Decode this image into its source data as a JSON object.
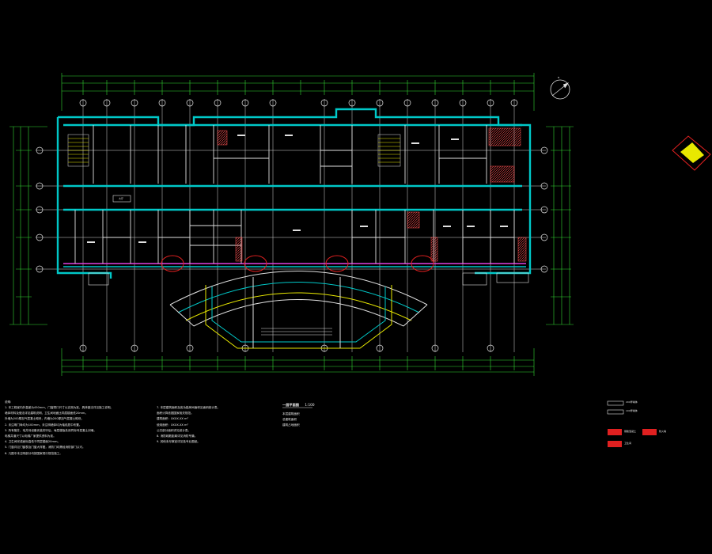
{
  "drawing": {
    "title": "一层平面图",
    "scale": "1:100",
    "room_label": "大厅",
    "compass_label": "N"
  },
  "notes": {
    "heading": "说明:",
    "left": [
      "1. 本工程室内外高差为450mm，门窗洞口尺寸以实测为准，具体做法详见施工说明。",
      "   墙体材料及做法详见建筑说明，卫生间地面比同层楼面低20mm。",
      "   外墙为200厚加气混凝土砌块，内墙为200厚加气混凝土砌块。",
      "2. 未注明门垛均为100mm，未注明墙体均为轴线居中布置。",
      "3. 所有管井、电井待设备安装完毕后，每层楼板处用同标号混凝土封堵。",
      "   电梯井道尺寸以电梯厂家提供资料为准。",
      "4. 卫生间完成面标高低于同层楼面20mm。",
      "5. 门窗详见门窗表及门窗大样图，消防门均需经消防部门认可。",
      "6. 凡图中未注明部分均按国家现行规范施工。"
    ],
    "mid": [
      "7. 本层建筑面积及各功能房间面积见面积统计表。",
      "   面积计算依据国家相关规范。",
      "   建筑面积：XXXX.XX m²",
      "   使用面积：XXXX.XX m²",
      "   公共部分面积详见统计表。",
      "8. 消防疏散距离详见消防专篇。",
      "9. 其他未尽事宜详见各专业图纸。"
    ],
    "stats": [
      "本层建筑面积",
      "总建筑面积",
      "建筑占地面积"
    ]
  },
  "legend": {
    "items": [
      "200厚墙体",
      "100厚墙体",
      "钢筋混凝土",
      "防火墙",
      "卫生间"
    ]
  },
  "colors": {
    "wall": "#00c8c8",
    "dim": "#33d633",
    "grid": "#e6e6e6",
    "partition": "#e0e0e0",
    "magenta": "#e040e0",
    "red": "#e02020",
    "yellow": "#e8e800",
    "hatch": "#ff6060"
  }
}
